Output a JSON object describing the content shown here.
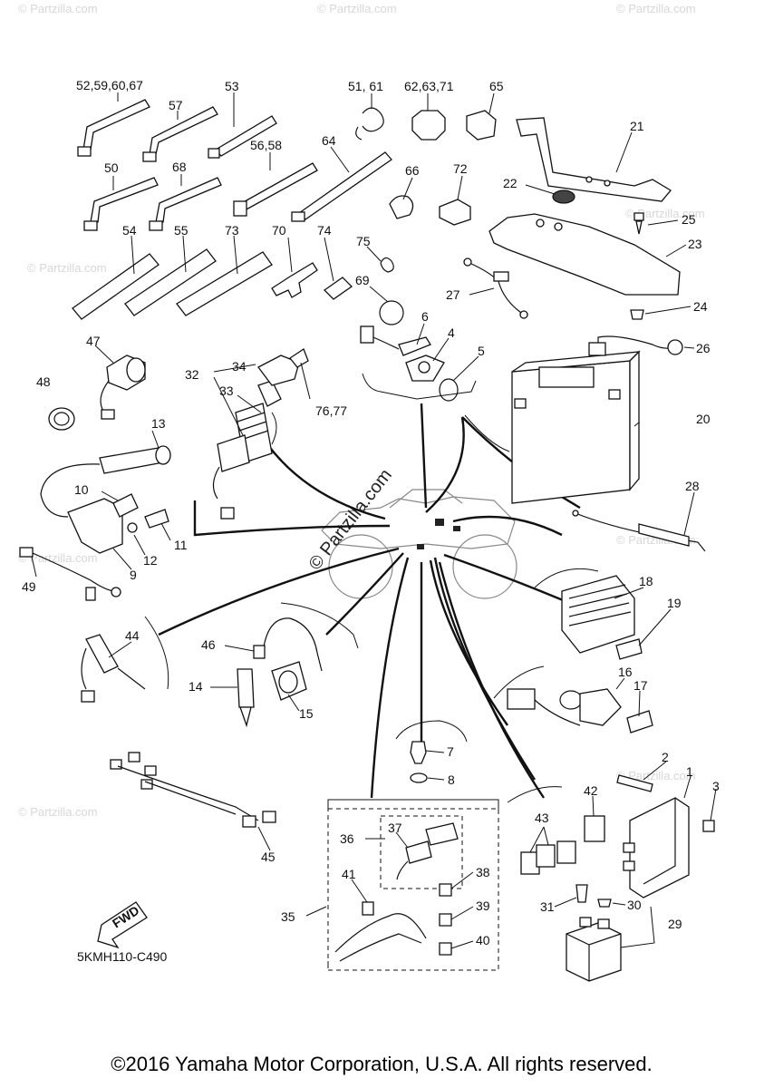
{
  "diagram": {
    "callouts": [
      {
        "id": "c52",
        "text": "52,59,60,67"
      },
      {
        "id": "c57",
        "text": "57"
      },
      {
        "id": "c53",
        "text": "53"
      },
      {
        "id": "c56",
        "text": "56,58"
      },
      {
        "id": "c50",
        "text": "50"
      },
      {
        "id": "c68",
        "text": "68"
      },
      {
        "id": "c51",
        "text": "51, 61"
      },
      {
        "id": "c62",
        "text": "62,63,71"
      },
      {
        "id": "c65",
        "text": "65"
      },
      {
        "id": "c64",
        "text": "64"
      },
      {
        "id": "c66",
        "text": "66"
      },
      {
        "id": "c72",
        "text": "72"
      },
      {
        "id": "c21",
        "text": "21"
      },
      {
        "id": "c22",
        "text": "22"
      },
      {
        "id": "c25",
        "text": "25"
      },
      {
        "id": "c23",
        "text": "23"
      },
      {
        "id": "c24",
        "text": "24"
      },
      {
        "id": "c54",
        "text": "54"
      },
      {
        "id": "c55",
        "text": "55"
      },
      {
        "id": "c73",
        "text": "73"
      },
      {
        "id": "c70",
        "text": "70"
      },
      {
        "id": "c74",
        "text": "74"
      },
      {
        "id": "c75",
        "text": "75"
      },
      {
        "id": "c69",
        "text": "69"
      },
      {
        "id": "c27",
        "text": "27"
      },
      {
        "id": "c6",
        "text": "6"
      },
      {
        "id": "c4",
        "text": "4"
      },
      {
        "id": "c5",
        "text": "5"
      },
      {
        "id": "c26",
        "text": "26"
      },
      {
        "id": "c47",
        "text": "47"
      },
      {
        "id": "c48",
        "text": "48"
      },
      {
        "id": "c32",
        "text": "32"
      },
      {
        "id": "c34",
        "text": "34"
      },
      {
        "id": "c33",
        "text": "33"
      },
      {
        "id": "c76",
        "text": "76,77"
      },
      {
        "id": "c20",
        "text": "20"
      },
      {
        "id": "c13",
        "text": "13"
      },
      {
        "id": "c10",
        "text": "10"
      },
      {
        "id": "c11",
        "text": "11"
      },
      {
        "id": "c12",
        "text": "12"
      },
      {
        "id": "c9",
        "text": "9"
      },
      {
        "id": "c49",
        "text": "49"
      },
      {
        "id": "c28",
        "text": "28"
      },
      {
        "id": "c18",
        "text": "18"
      },
      {
        "id": "c19",
        "text": "19"
      },
      {
        "id": "c44",
        "text": "44"
      },
      {
        "id": "c46",
        "text": "46"
      },
      {
        "id": "c14",
        "text": "14"
      },
      {
        "id": "c15",
        "text": "15"
      },
      {
        "id": "c16",
        "text": "16"
      },
      {
        "id": "c17",
        "text": "17"
      },
      {
        "id": "c7",
        "text": "7"
      },
      {
        "id": "c8",
        "text": "8"
      },
      {
        "id": "c2",
        "text": "2"
      },
      {
        "id": "c1",
        "text": "1"
      },
      {
        "id": "c3",
        "text": "3"
      },
      {
        "id": "c42",
        "text": "42"
      },
      {
        "id": "c43",
        "text": "43"
      },
      {
        "id": "c45",
        "text": "45"
      },
      {
        "id": "c36",
        "text": "36"
      },
      {
        "id": "c37",
        "text": "37"
      },
      {
        "id": "c41",
        "text": "41"
      },
      {
        "id": "c38",
        "text": "38"
      },
      {
        "id": "c39",
        "text": "39"
      },
      {
        "id": "c40",
        "text": "40"
      },
      {
        "id": "c35",
        "text": "35"
      },
      {
        "id": "c31",
        "text": "31"
      },
      {
        "id": "c30",
        "text": "30"
      },
      {
        "id": "c29",
        "text": "29"
      }
    ],
    "fwd_label": "FWD",
    "diagram_code": "5KMH110-C490",
    "watermark_center": "© Partzilla.com",
    "watermark_light": "© Partzilla.com",
    "copyright": "©2016 Yamaha Motor Corporation, U.S.A. All rights reserved."
  }
}
